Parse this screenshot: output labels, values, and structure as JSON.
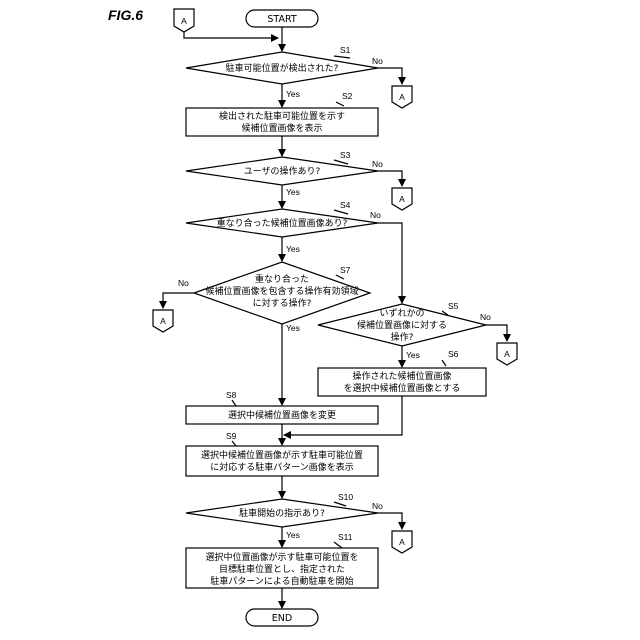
{
  "figure_label": "FIG.6",
  "connector_label": "A",
  "terminals": {
    "start": "START",
    "end": "END"
  },
  "yes_label": "Yes",
  "no_label": "No",
  "steps": {
    "s1": {
      "id": "S1",
      "lines": [
        "駐車可能位置が検出された?"
      ]
    },
    "s2": {
      "id": "S2",
      "lines": [
        "検出された駐車可能位置を示す",
        "候補位置画像を表示"
      ]
    },
    "s3": {
      "id": "S3",
      "lines": [
        "ユーザの操作あり?"
      ]
    },
    "s4": {
      "id": "S4",
      "lines": [
        "重なり合った候補位置画像あり?"
      ]
    },
    "s5": {
      "id": "S5",
      "lines": [
        "いずれかの",
        "候補位置画像に対する",
        "操作?"
      ]
    },
    "s6": {
      "id": "S6",
      "lines": [
        "操作された候補位置画像",
        "を選択中候補位置画像とする"
      ]
    },
    "s7": {
      "id": "S7",
      "lines": [
        "重なり合った",
        "候補位置画像を包含する操作有効領域",
        "に対する操作?"
      ]
    },
    "s8": {
      "id": "S8",
      "lines": [
        "選択中候補位置画像を変更"
      ]
    },
    "s9": {
      "id": "S9",
      "lines": [
        "選択中候補位置画像が示す駐車可能位置",
        "に対応する駐車パターン画像を表示"
      ]
    },
    "s10": {
      "id": "S10",
      "lines": [
        "駐車開始の指示あり?"
      ]
    },
    "s11": {
      "id": "S11",
      "lines": [
        "選択中位置画像が示す駐車可能位置を",
        "目標駐車位置とし、指定された",
        "駐車パターンによる自動駐車を開始"
      ]
    }
  }
}
